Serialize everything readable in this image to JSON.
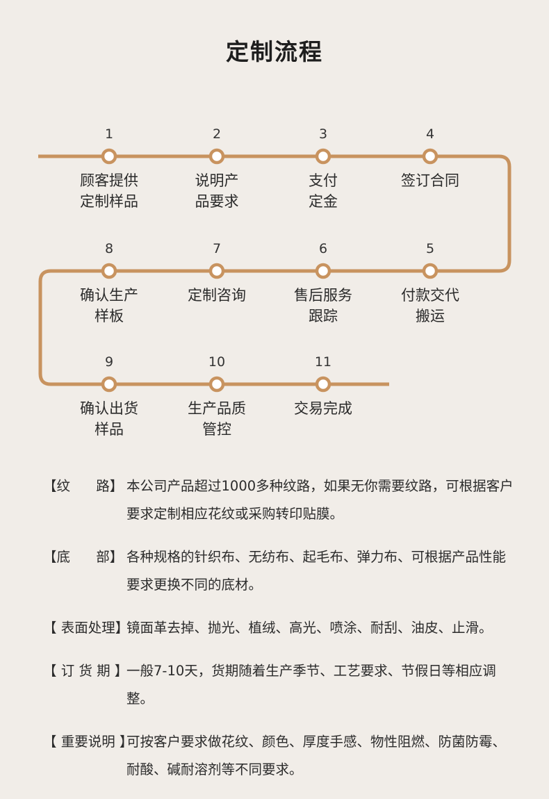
{
  "title": "定制流程",
  "steps": [
    {
      "num": "1",
      "line1": "顾客提供",
      "line2": "定制样品"
    },
    {
      "num": "2",
      "line1": "说明产",
      "line2": "品要求"
    },
    {
      "num": "3",
      "line1": "支付",
      "line2": "定金"
    },
    {
      "num": "4",
      "line1": "签订合同",
      "line2": ""
    },
    {
      "num": "5",
      "line1": "付款交代",
      "line2": "搬运"
    },
    {
      "num": "6",
      "line1": "售后服务",
      "line2": "跟踪"
    },
    {
      "num": "7",
      "line1": "定制咨询",
      "line2": ""
    },
    {
      "num": "8",
      "line1": "确认生产",
      "line2": "样板"
    },
    {
      "num": "9",
      "line1": "确认出货",
      "line2": "样品"
    },
    {
      "num": "10",
      "line1": "生产品质",
      "line2": "管控"
    },
    {
      "num": "11",
      "line1": "交易完成",
      "line2": ""
    }
  ],
  "colors": {
    "line": "#c8935f",
    "background": "#f1ede8"
  },
  "notes": [
    {
      "key": "【纹      路】",
      "text": "本公司产品超过1000多种纹路，如果无你需要纹路，可根据客户要求定制相应花纹或采购转印贴膜。"
    },
    {
      "key": "【底      部】",
      "text": "各种规格的针织布、无纺布、起毛布、弹力布、可根据产品性能要求更换不同的底材。"
    },
    {
      "key": "【 表面处理】",
      "text": "镜面革去掉、抛光、植绒、高光、喷涂、耐刮、油皮、止滑。"
    },
    {
      "key": "【 订 货 期 】",
      "text": "一般7-10天，货期随着生产季节、工艺要求、节假日等相应调整。"
    },
    {
      "key": "【 重要说明 】",
      "text": "可按客户要求做花纹、颜色、厚度手感、物性阻燃、防菌防霉、耐酸、碱耐溶剂等不同要求。"
    }
  ]
}
